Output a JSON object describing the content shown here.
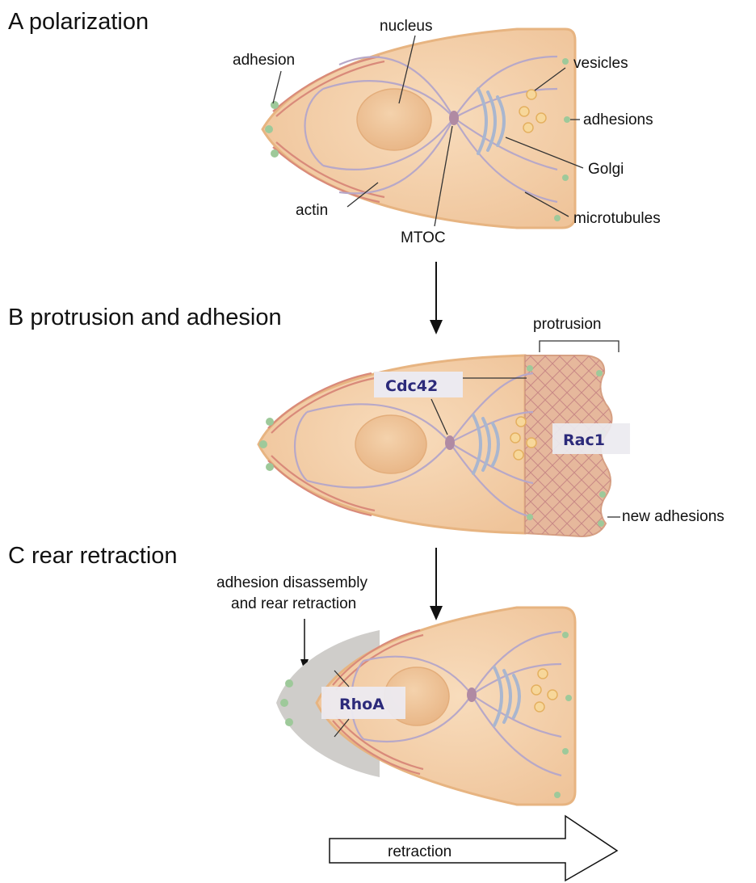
{
  "colors": {
    "cell_fill": "#f6d3ae",
    "cell_edge": "#e9b684",
    "nucleus": "#efc496",
    "actin": "#d98a7a",
    "microtubule": "#b7a8c8",
    "golgi": "#a9b6cf",
    "mtoc": "#b08aa3",
    "vesicle": "#f7d79a",
    "adhesion_dot": "#9ec99a",
    "protrusion_mesh": "#d4a3a0",
    "retracted_rear": "#cfcdca",
    "label_box": "#eceaf0",
    "label_text": "#2c2a7a"
  },
  "panels": [
    {
      "id": "A",
      "letter": "A",
      "title": "polarization",
      "labels": {
        "nucleus": "nucleus",
        "adhesion": "adhesion",
        "vesicles": "vesicles",
        "adhesions": "adhesions",
        "golgi": "Golgi",
        "actin": "actin",
        "mtoc": "MTOC",
        "microtubules": "microtubules"
      }
    },
    {
      "id": "B",
      "letter": "B",
      "title": "protrusion and adhesion",
      "labels": {
        "protrusion": "protrusion",
        "cdc42": "Cdc42",
        "rac1": "Rac1",
        "new_adhesions": "new adhesions"
      }
    },
    {
      "id": "C",
      "letter": "C",
      "title": "rear retraction",
      "labels": {
        "disassembly_line1": "adhesion disassembly",
        "disassembly_line2": "and rear retraction",
        "rhoa": "RhoA"
      }
    }
  ],
  "retraction_arrow": {
    "label": "retraction"
  }
}
